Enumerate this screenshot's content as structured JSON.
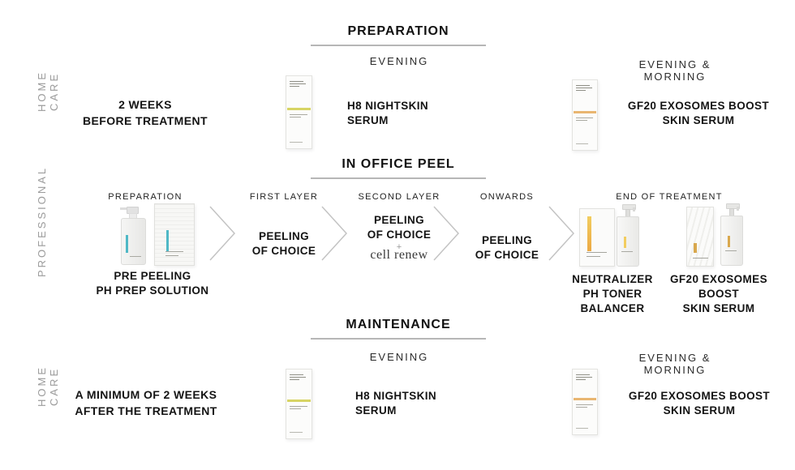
{
  "colors": {
    "h8_stripe": "#d7d464",
    "gf20_stripe": "#e9b671",
    "prep_teal": "#4fb8c6",
    "neutralizer_yellow_top": "#f2cd5f",
    "neutralizer_yellow_bottom": "#eca944",
    "gold_mark": "#d9a84e"
  },
  "home_care_prep": {
    "side_label": "HOME CARE",
    "title": "PREPARATION",
    "timing": "2 WEEKS\nBEFORE TREATMENT",
    "evening": {
      "header": "EVENING",
      "product": "H8 NIGHTSKIN\nSERUM"
    },
    "evening_morning": {
      "header": "EVENING & MORNING",
      "product": "GF20 EXOSOMES BOOST\nSKIN SERUM"
    }
  },
  "professional": {
    "side_label": "PROFESSIONAL",
    "title": "IN OFFICE PEEL",
    "preparation": {
      "label": "PREPARATION",
      "product": "PRE PEELING\nPH PREP SOLUTION"
    },
    "first_layer": {
      "label": "FIRST LAYER",
      "text": "PEELING\nOF CHOICE"
    },
    "second_layer": {
      "label": "SECOND LAYER",
      "text": "PEELING\nOF CHOICE",
      "plus": "+",
      "addon": "cell renew"
    },
    "onwards": {
      "label": "ONWARDS",
      "text": "PEELING\nOF CHOICE"
    },
    "end_of_treatment": {
      "label": "END OF TREATMENT",
      "product1": "NEUTRALIZER\nPH TONER\nBALANCER",
      "product2": "GF20 EXOSOMES\nBOOST\nSKIN SERUM"
    }
  },
  "home_care_maint": {
    "side_label": "HOME CARE",
    "title": "MAINTENANCE",
    "timing": "A MINIMUM OF 2 WEEKS\nAFTER THE TREATMENT",
    "evening": {
      "header": "EVENING",
      "product": "H8 NIGHTSKIN\nSERUM"
    },
    "evening_morning": {
      "header": "EVENING & MORNING",
      "product": "GF20 EXOSOMES BOOST\nSKIN SERUM"
    }
  }
}
